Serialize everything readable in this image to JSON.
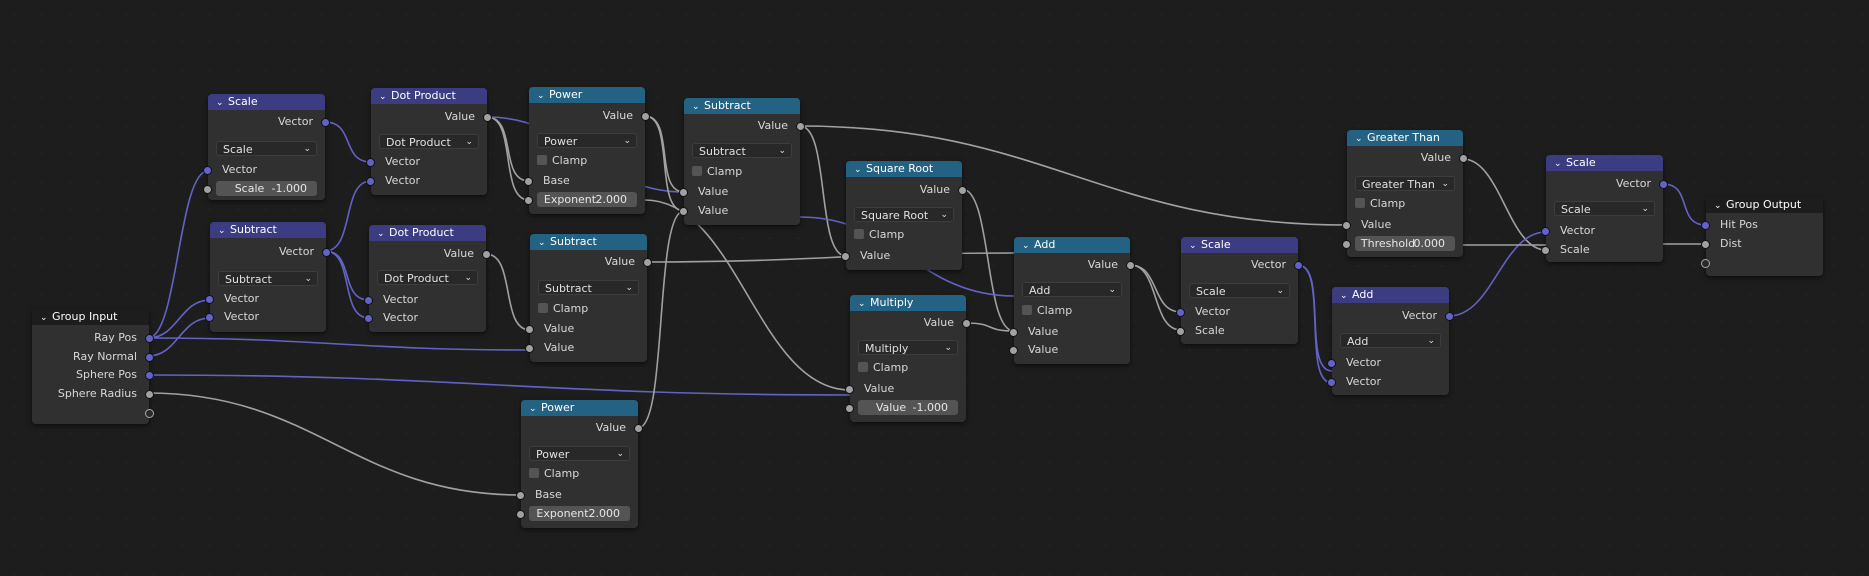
{
  "nodes": {
    "scale1": {
      "title": "Scale",
      "out": "Vector",
      "dropdown": "Scale",
      "in1": "Vector",
      "field_label": "Scale",
      "field_value": "-1.000"
    },
    "subtract1": {
      "title": "Subtract",
      "out": "Vector",
      "dropdown": "Subtract",
      "in1": "Vector",
      "in2": "Vector"
    },
    "group_input": {
      "title": "Group Input",
      "out1": "Ray Pos",
      "out2": "Ray Normal",
      "out3": "Sphere Pos",
      "out4": "Sphere Radius"
    },
    "dot1": {
      "title": "Dot Product",
      "out": "Value",
      "dropdown": "Dot Product",
      "in1": "Vector",
      "in2": "Vector"
    },
    "dot2": {
      "title": "Dot Product",
      "out": "Value",
      "dropdown": "Dot Product",
      "in1": "Vector",
      "in2": "Vector"
    },
    "power1": {
      "title": "Power",
      "out": "Value",
      "dropdown": "Power",
      "clamp": "Clamp",
      "in1": "Base",
      "field_label": "Exponent",
      "field_value": "2.000"
    },
    "subtract2": {
      "title": "Subtract",
      "out": "Value",
      "dropdown": "Subtract",
      "clamp": "Clamp",
      "in1": "Value",
      "in2": "Value"
    },
    "power2": {
      "title": "Power",
      "out": "Value",
      "dropdown": "Power",
      "clamp": "Clamp",
      "in1": "Base",
      "field_label": "Exponent",
      "field_value": "2.000"
    },
    "subtract3": {
      "title": "Subtract",
      "out": "Value",
      "dropdown": "Subtract",
      "clamp": "Clamp",
      "in1": "Value",
      "in2": "Value"
    },
    "sqrt": {
      "title": "Square Root",
      "out": "Value",
      "dropdown": "Square Root",
      "clamp": "Clamp",
      "in1": "Value"
    },
    "multiply": {
      "title": "Multiply",
      "out": "Value",
      "dropdown": "Multiply",
      "clamp": "Clamp",
      "in1": "Value",
      "field_label": "Value",
      "field_value": "-1.000"
    },
    "add1": {
      "title": "Add",
      "out": "Value",
      "dropdown": "Add",
      "clamp": "Clamp",
      "in1": "Value",
      "in2": "Value"
    },
    "scale2": {
      "title": "Scale",
      "out": "Vector",
      "dropdown": "Scale",
      "in1": "Vector",
      "in2": "Scale"
    },
    "greater": {
      "title": "Greater Than",
      "out": "Value",
      "dropdown": "Greater Than",
      "clamp": "Clamp",
      "in1": "Value",
      "field_label": "Threshold",
      "field_value": "0.000"
    },
    "add2": {
      "title": "Add",
      "out": "Vector",
      "dropdown": "Add",
      "in1": "Vector",
      "in2": "Vector"
    },
    "scale3": {
      "title": "Scale",
      "out": "Vector",
      "dropdown": "Scale",
      "in1": "Vector",
      "in2": "Scale"
    },
    "group_output": {
      "title": "Group Output",
      "in1": "Hit Pos",
      "in2": "Dist"
    }
  },
  "colors": {
    "vector_link": "#6363c7",
    "value_link": "#a1a1a1",
    "vector_header": "#3c3c83",
    "math_header": "#246283"
  }
}
